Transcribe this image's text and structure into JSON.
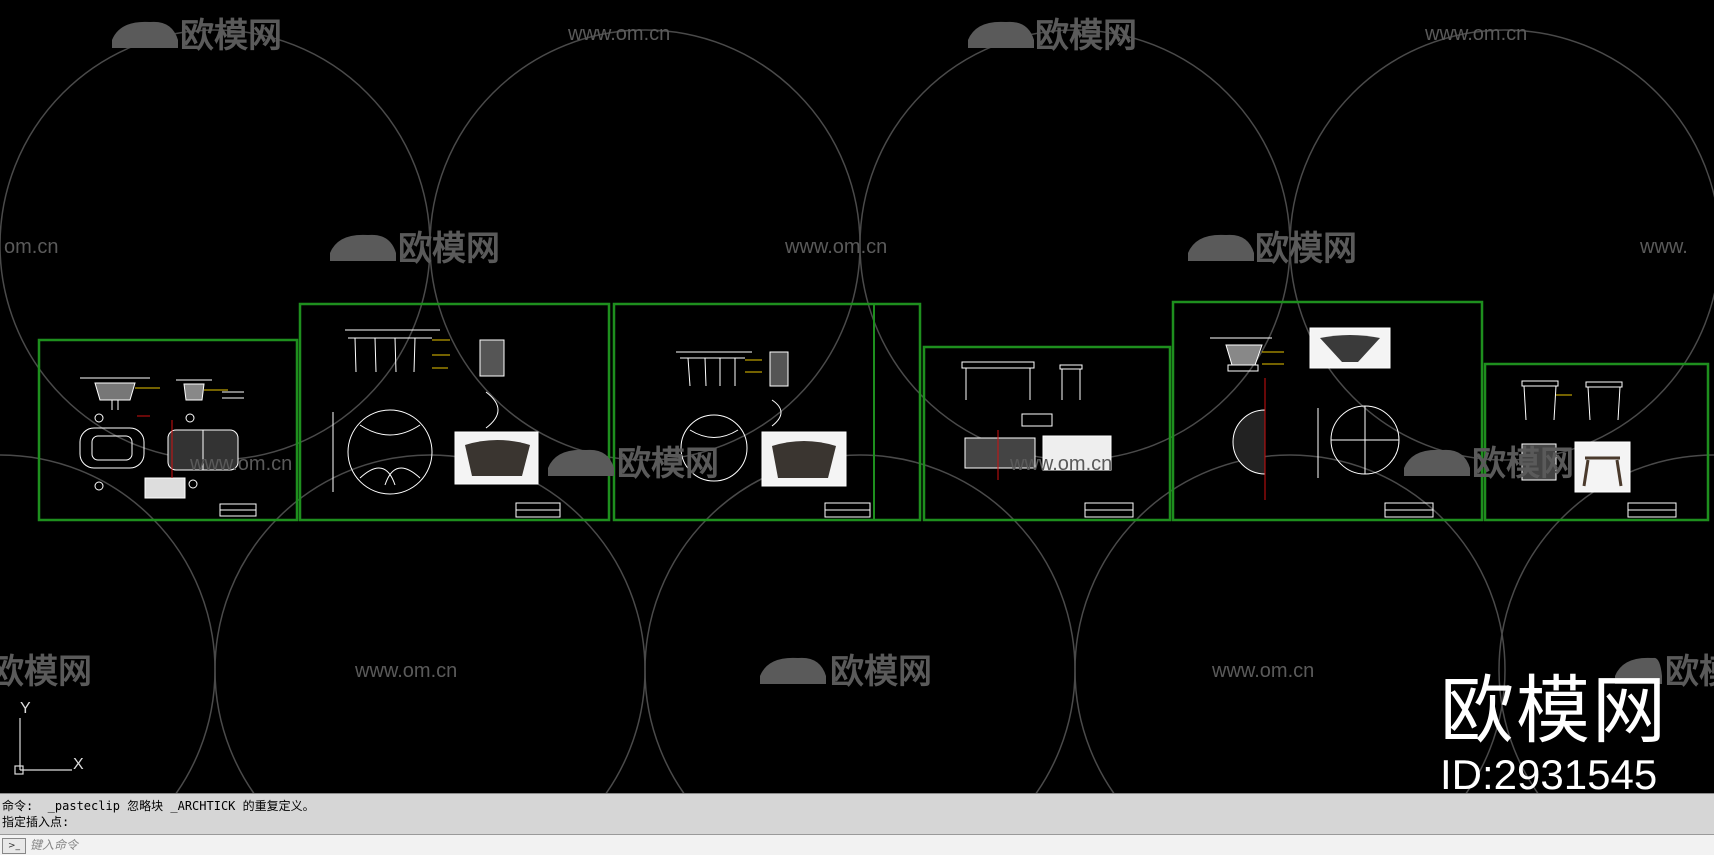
{
  "colors": {
    "background": "#000000",
    "frame_green": "#1e8f1e",
    "line_white": "#ffffff",
    "dim_yellow": "#e8c400",
    "center_red": "#d01010",
    "watermark": "#5a5a5a",
    "command_bar": "#d6d6d6"
  },
  "watermarks": {
    "brand_cn": "欧模网",
    "url": "www.om.cn",
    "url_partial": "om.cn",
    "url_partial_right": "www."
  },
  "ucs": {
    "y_label": "Y",
    "x_label": "X",
    "icon": "ucs-axis-icon"
  },
  "brand": {
    "name": "欧模网",
    "id_text": "ID:2931545"
  },
  "command": {
    "history": [
      "命令:  _pasteclip 忽略块 _ARCHTICK 的重复定义。",
      "指定插入点:"
    ],
    "prompt_placeholder": "键入命令",
    "button_icon": "command-line-icon"
  },
  "sheets": [
    {
      "label": "sheet-1",
      "content": "oval-table"
    },
    {
      "label": "sheet-2",
      "content": "round-table-curved-legs"
    },
    {
      "label": "sheet-3",
      "content": "round-table-curved-legs-b"
    },
    {
      "label": "sheet-4",
      "content": "console-table"
    },
    {
      "label": "sheet-5",
      "content": "round-pedestal-table"
    },
    {
      "label": "sheet-6",
      "content": "side-table"
    }
  ]
}
